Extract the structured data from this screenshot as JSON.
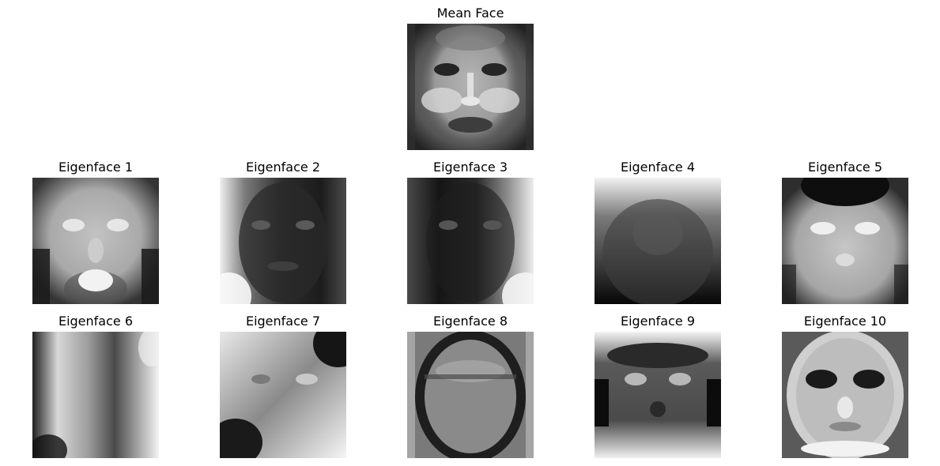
{
  "mean_face": {
    "title": "Mean Face"
  },
  "eigenfaces": [
    {
      "title": "Eigenface 1"
    },
    {
      "title": "Eigenface 2"
    },
    {
      "title": "Eigenface 3"
    },
    {
      "title": "Eigenface 4"
    },
    {
      "title": "Eigenface 5"
    },
    {
      "title": "Eigenface 6"
    },
    {
      "title": "Eigenface 7"
    },
    {
      "title": "Eigenface 8"
    },
    {
      "title": "Eigenface 9"
    },
    {
      "title": "Eigenface 10"
    }
  ]
}
